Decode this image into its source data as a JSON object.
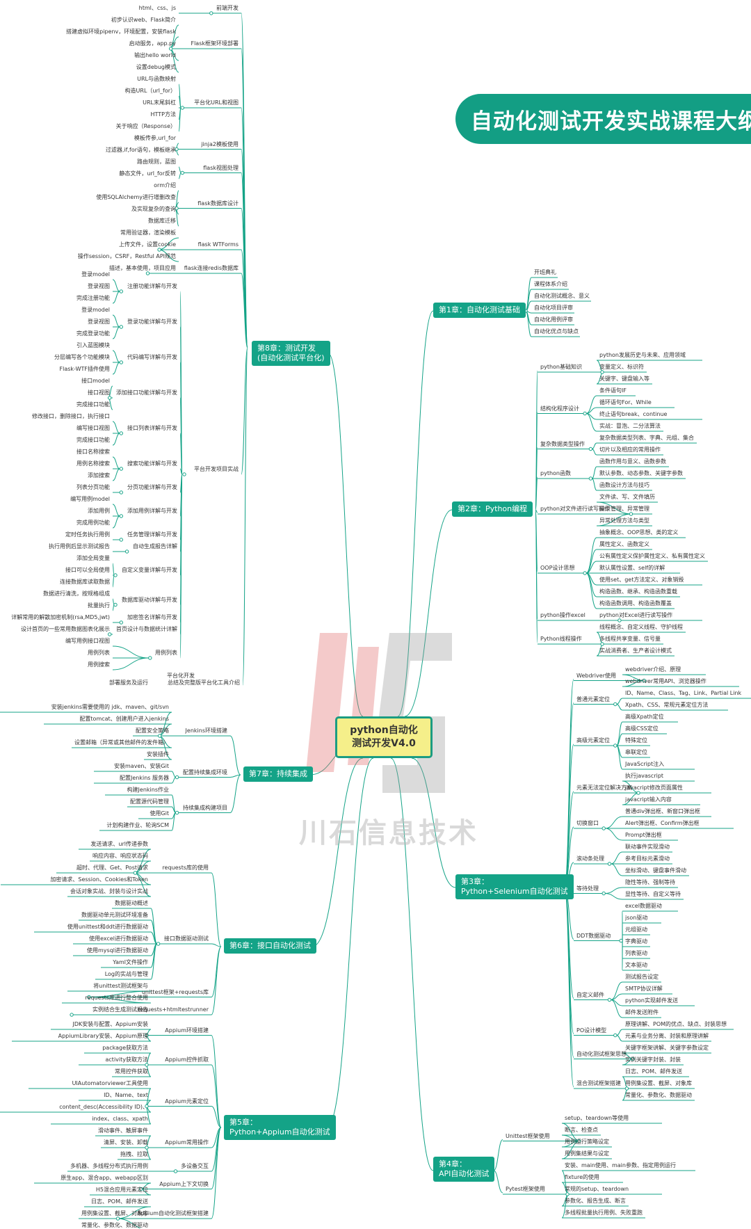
{
  "title": "自动化测试开发实战课程大纲",
  "root": [
    "python自动化",
    "测试开发V4.0"
  ],
  "watermark": "川石信息技术",
  "colors": {
    "accent": "#14a387",
    "root_fill": "#f5ef8a",
    "line": "#14a387"
  },
  "chapters": {
    "ch1": {
      "label": "第1章：自动化测试基础",
      "items": [
        "开班典礼",
        "课程体系介绍",
        "自动化测试概念、意义",
        "自动化项目评审",
        "自动化用例评审",
        "自动化优点与缺点"
      ]
    },
    "ch2": {
      "label": "第2章：Python编程",
      "groups": [
        {
          "label": "python基础知识",
          "items": [
            "python发展历史与未来、应用领域",
            "变量定义、标识符",
            "关键字、键盘输入等"
          ]
        },
        {
          "label": "结构化程序设计",
          "items": [
            "条件语句IF",
            "循环语句For、While",
            "终止语句break、continue",
            "实战：冒泡、二分法算法"
          ]
        },
        {
          "label": "复杂数据类型操作",
          "items": [
            "复杂数据类型列表、字典、元组、集合",
            "切片以及相应的常用操作"
          ]
        },
        {
          "label": "python函数",
          "items": [
            "函数作用与意义、函数参数",
            "默认参数、动态参数、关键字参数",
            "函数设计方法与技巧"
          ]
        },
        {
          "label": "python对文件进行读写操作",
          "items": [
            "文件读、写、文件填历",
            "目录管理、异常管理",
            "异常处理方法与类型"
          ]
        },
        {
          "label": "OOP设计思想",
          "items": [
            "抽象概念、OOP思想、类的定义",
            "属性定义、函数定义",
            "公有属性定义保护属性定义、私有属性定义",
            "默认属性设置、self的详解",
            "使用set、get方法定义、对象销毁",
            "构造函数、继承、构造函数重载",
            "构造函数调用、构造函数覆盖"
          ]
        },
        {
          "label": "python操作excel",
          "items": [
            "python对Excel进行读写操作"
          ]
        },
        {
          "label": "Python线程操作",
          "items": [
            "线程概念、自定义线程、守护线程",
            "多线程共享变量、信号量",
            "实战消费者、生产者设计模式"
          ]
        }
      ]
    },
    "ch3": {
      "label": [
        "第3章：",
        "Python+Selenium自动化测试"
      ],
      "groups": [
        {
          "label": "Webdriver使用",
          "items": [
            "webdriver介绍、原理",
            "webdriver常用API、浏览器操作"
          ]
        },
        {
          "label": "普通元素定位",
          "items": [
            "ID、Name、Class、Tag、Link、Partial Link",
            "Xpath、CSS、常规元素定位方法"
          ]
        },
        {
          "label": "高级元素定位",
          "items": [
            "高级Xpath定位",
            "高级CSS定位",
            "特殊定位",
            "串联定位",
            "JavaScript注入"
          ]
        },
        {
          "label": "元素无法定位解决方案",
          "items": [
            "执行javascript",
            "javacript修改页面属性",
            "javacript输入内容"
          ]
        },
        {
          "label": "切换窗口",
          "items": [
            "普通div弹出框、新窗口弹出框",
            "Alert弹出框、Confirm弹出框",
            "Prompt弹出框"
          ]
        },
        {
          "label": "滚动条处理",
          "items": [
            "联动事件实现滑动",
            "参考目标元素滑动",
            "坐标滑动、键盘事件滑动"
          ]
        },
        {
          "label": "等待处理",
          "items": [
            "隐性等待、强制等待",
            "显性等待、自定义等待"
          ]
        },
        {
          "label": "DDT数据驱动",
          "items": [
            "excel数据驱动",
            "json驱动",
            "元组驱动",
            "字典驱动",
            "列表驱动",
            "文本驱动"
          ]
        },
        {
          "label": "自定义邮件",
          "items": [
            "测试报告设定",
            "SMTP协议详解",
            "python实现邮件发送",
            "邮件发送附件"
          ]
        },
        {
          "label": "PO设计模型",
          "items": [
            "原理讲解、POM的优点、缺点、封装思想",
            "元素与业务分离、封装和原理讲解"
          ]
        },
        {
          "label": "自动化测试框架思想",
          "items": [
            "关键字框架讲解、关键字参数设定",
            "实例关键字封装、封装"
          ]
        },
        {
          "label": "混合测试框架搭建",
          "items": [
            "日志、POM、邮件发送",
            "用例集设置、截屏、对象库",
            "常量化、参数化、数据驱动"
          ]
        }
      ]
    },
    "ch4": {
      "label": [
        "第4章：",
        "API自动化测试"
      ],
      "groups": [
        {
          "label": "Unittest框架使用",
          "items": [
            "setup、teardown等使用",
            "断言、检查点",
            "用例运行策略设定",
            "用例集结果与设定"
          ]
        },
        {
          "label": "Pytest框架使用",
          "items": [
            "安装、main使用、main参数、指定用例运行",
            "fixture的使用",
            "常规的setup、teardown",
            "参数化、报告生成、断言",
            "多线程批量执行用例、失败重跑"
          ]
        }
      ]
    },
    "ch5": {
      "label": [
        "第5章：",
        "Python+Appium自动化测试"
      ],
      "groups": [
        {
          "label": "Appium环境搭建",
          "items": [
            "JDK安装与配置、Appium安装",
            "AppiumLibrary安装、Appium原理"
          ]
        },
        {
          "label": "Appium控件抓取",
          "items": [
            "package获取方法",
            "activity获取方法",
            "常用控件获取"
          ]
        },
        {
          "label": "Appium元素定位",
          "items": [
            "UIAutomatorviewer工具使用",
            "ID、Name、text",
            "content_desc(Accessibility ID)、",
            "index、class、xpath"
          ]
        },
        {
          "label": "Appium常用操作",
          "items": [
            "滑动事件、触屏事件",
            "清屏、安装、卸载",
            "拖拽、拉取"
          ]
        },
        {
          "label": "多设备交互",
          "items": [
            "多机器、多线程分布式执行用例"
          ]
        },
        {
          "label": "Appium上下文切换",
          "items": [
            "原生app、混合app、webapp区别",
            "H5混合应用元素定位"
          ]
        },
        {
          "label": "Appium自动化测试框架搭建",
          "items": [
            "日志、POM、邮件发送",
            "用例集设置、截屏、对象库",
            "常量化、参数化、数据驱动"
          ]
        }
      ]
    },
    "ch6": {
      "label": "第6章：接口自动化测试",
      "groups": [
        {
          "label": "requests库的使用",
          "items": [
            "发送请求、url传递参数",
            "响应内容、响应状态码",
            "超时、代理、Get、Post请求",
            "加密请求、Session、Cookies和Token",
            "会话对象实战、封装与设计实战"
          ]
        },
        {
          "label": "接口数据驱动测试",
          "items": [
            "数据驱动概述",
            "数据驱动单元测试环境准备",
            "使用unittest和ddt进行数据驱动",
            "使用excel进行数据驱动",
            "使用mysql进行数据驱动",
            "Yaml文件操作",
            "Log的实战与管理"
          ]
        },
        {
          "label": "unittest框架+requests库",
          "items": [
            "将unittest测试框架与",
            "requests库进行整合使用"
          ]
        },
        {
          "label": "requests+htmltestrunner",
          "items": [
            "实例结合生成测试报告"
          ]
        }
      ]
    },
    "ch7": {
      "label": "第7章：持续集成",
      "groups": [
        {
          "label": "Jenkins环境搭建",
          "items": [
            "安装jenkins需要使用的 jdk、maven、git/svn",
            "配置tomcat、创建用户进入jenkins",
            "配置安全策略",
            "设置邮箱（异常或其他邮件的发件箱）",
            "安装插件"
          ]
        },
        {
          "label": "配置持续集成环境",
          "items": [
            "安装maven、安装Git",
            "配置Jenkins 服务器"
          ]
        },
        {
          "label": "持续集成构建项目",
          "items": [
            "构建Jenkins作业",
            "配置源代码管理",
            "使用Git",
            "计划构建作业、轮询SCM"
          ]
        }
      ]
    },
    "ch8": {
      "label": [
        "第8章：测试开发",
        "(自动化测试平台化)"
      ],
      "groups": [
        {
          "label": "前端开发",
          "items": [
            "html、css、js"
          ]
        },
        {
          "label": "Flask框架环境部署",
          "items": [
            "初步认识web、Flask简介",
            "搭建虚拟环境pipenv，环境配置，安装flask",
            "启动服务，app.py",
            "输出hello world",
            "设置debug模式"
          ]
        },
        {
          "label": "平台化URL和视图",
          "items": [
            "URL与函数映射",
            "构造URL（url_for）",
            "URL末尾斜杠",
            "HTTP方法",
            "关于响应（Response）"
          ]
        },
        {
          "label": "jinja2模板使用",
          "items": [
            "模板传参,url_for",
            "过滤器,if,for语句，模板继承"
          ]
        },
        {
          "label": "flask视图处理",
          "items": [
            "路由规则，蓝图",
            "静态文件，url_for反转"
          ]
        },
        {
          "label": "flask数据库设计",
          "items": [
            "orm介绍",
            "使用SQLAlchemy进行增删改查",
            "及实现复杂的查询",
            "数据库迁移"
          ]
        },
        {
          "label": "flask WTForms",
          "items": [
            "常用验证器，渲染模板",
            "上传文件，设置cookie",
            "操作session，CSRF，Restful API规范"
          ]
        },
        {
          "label": "flask连接redis数据库",
          "items": [
            "描述，基本使用，项目应用"
          ]
        },
        {
          "label": "平台开发项目实战",
          "items": [
            {
              "label": "注册功能详解与开发",
              "items": [
                "登录model",
                "登录视图",
                "完成注册功能"
              ]
            },
            {
              "label": "登录功能详解与开发",
              "items": [
                "登录model",
                "登录视图",
                "完成登录功能"
              ]
            },
            {
              "label": "代码编写详解与开发",
              "items": [
                "引入蓝图模块",
                "分层编写各个功能模块",
                "Flask-WTF插件使用"
              ]
            },
            {
              "label": "添加接口功能详解与开发",
              "items": [
                "接口model",
                "接口视图",
                "完成接口功能"
              ]
            },
            {
              "label": "接口列表详解与开发",
              "items": [
                "修改接口，删除接口，执行接口",
                "编写接口视图",
                "完成接口功能"
              ]
            },
            {
              "label": "搜索功能详解与开发",
              "items": [
                "接口名称搜索",
                "用例名称搜索",
                "添加搜索"
              ]
            },
            {
              "label": "分页功能详解与开发",
              "items": [
                "列表分页功能"
              ]
            },
            {
              "label": "添加用例详解与开发",
              "items": [
                "编写用例model",
                "添加用例",
                "完成用例功能"
              ]
            },
            {
              "label": "任务管理详解与开发",
              "items": [
                "定时任务执行用例"
              ]
            },
            {
              "label": "自动生成报告详解",
              "items": [
                "执行用例后显示测试报告"
              ]
            },
            {
              "label": "自定义变量详解与开发",
              "items": [
                "添加全局变量",
                "接口可以全局使用",
                "连接数据库读取数据"
              ]
            },
            {
              "label": "数据库驱动详解与开发",
              "items": [
                "数据进行清洗，按规格组成",
                "批量执行"
              ]
            },
            {
              "label": "加密签名详解与开发",
              "items": [
                "详解常用的解散加密机制(rsa,MD5,jwt)"
              ]
            },
            {
              "label": "首页设计与数据统计详解",
              "items": [
                "设计首页的一些常用数据图表化展示"
              ]
            },
            {
              "label": "用例列表",
              "items": [
                "编写用例接口视图",
                "用例列表",
                "用例搜索"
              ]
            }
          ]
        },
        {
          "label": "平台化开发",
          "items": [
            "总结及完整版平台化工具介绍"
          ]
        },
        {
          "label": "部署服务及运行",
          "items": []
        }
      ]
    }
  }
}
